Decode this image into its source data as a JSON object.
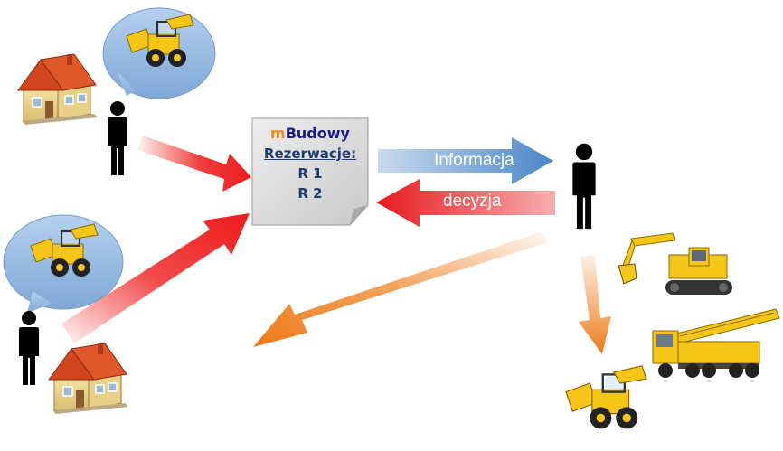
{
  "document": {
    "brand_prefix": "m",
    "brand_name": "Budowy",
    "reservations_title": "Rezerwacje:",
    "reservations": [
      "R 1",
      "R 2"
    ]
  },
  "arrows": {
    "information_label": "Informacja",
    "decision_label": "decyzja"
  },
  "icons": [
    "house-icon",
    "person-icon",
    "loader-icon",
    "excavator-icon",
    "crane-truck-icon",
    "speech-bubble-icon"
  ],
  "colors": {
    "information_arrow": "#4a86c8",
    "decision_arrow": "#e8181c",
    "request_arrow": "#ee1c1c",
    "delivery_arrow": "#ee7a18",
    "bubble": "#9cc0e4",
    "machine_yellow": "#f5c518"
  }
}
